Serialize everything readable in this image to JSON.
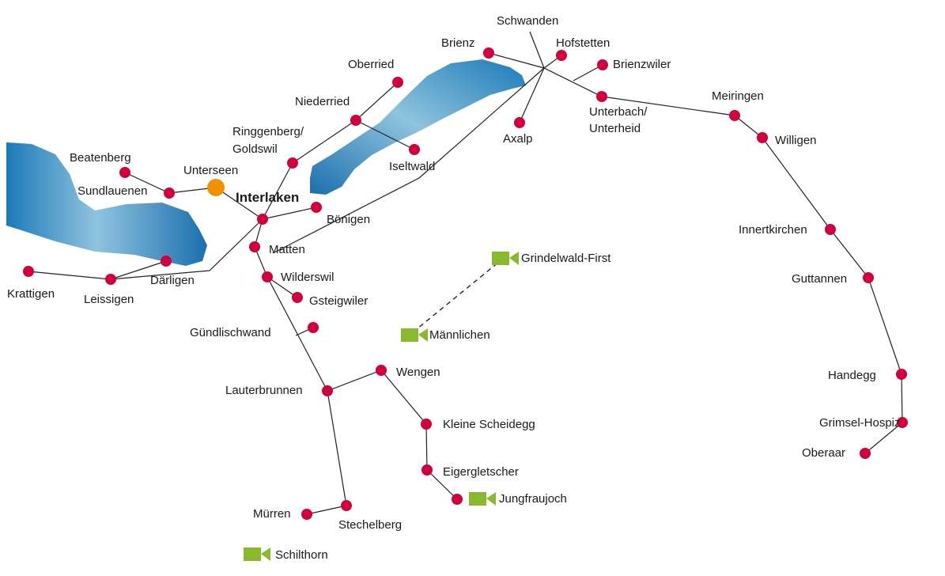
{
  "colors": {
    "stop": "#d4003d",
    "hub": "#f39200",
    "cableway_icon": "#8ab92d",
    "lake_dark": "#1b7ab8",
    "lake_light": "#8fc3de",
    "route_line": "#222222"
  },
  "places": {
    "schwanden": "Schwanden",
    "brienz": "Brienz",
    "hofstetten": "Hofstetten",
    "brienzwiler": "Brienzwiler",
    "oberried": "Oberried",
    "niederried": "Niederried",
    "unterbach": "Unterbach/",
    "unterheid": "Unterheid",
    "meiringen": "Meiringen",
    "axalp": "Axalp",
    "ringgenberg": "Ringgenberg/",
    "goldswil": "Goldswil",
    "willigen": "Willigen",
    "beatenberg": "Beatenberg",
    "unterseen": "Unterseen",
    "iseltwald": "Iseltwald",
    "sundlauenen": "Sundlauenen",
    "interlaken": "Interlaken",
    "boenigen": "Bönigen",
    "innertkirchen": "Innertkirchen",
    "matten": "Matten",
    "grindelwald_first": "Grindelwald-First",
    "krattigen": "Krattigen",
    "daerligen": "Därligen",
    "wilderswil": "Wilderswil",
    "guttannen": "Guttannen",
    "leissigen": "Leissigen",
    "gsteigwiler": "Gsteigwiler",
    "guendlischwand": "Gündlischwand",
    "maennlichen": "Männlichen",
    "wengen": "Wengen",
    "handegg": "Handegg",
    "lauterbrunnen": "Lauterbrunnen",
    "kleine_scheidegg": "Kleine Scheidegg",
    "grimsel_hospiz": "Grimsel-Hospiz",
    "oberaar": "Oberaar",
    "eigergletscher": "Eigergletscher",
    "jungfraujoch": "Jungfraujoch",
    "muerren": "Mürren",
    "stechelberg": "Stechelberg",
    "schilthorn": "Schilthorn"
  },
  "icons": {
    "stop": "stop-dot-icon",
    "hub": "hub-dot-icon",
    "cableway": "video-camera-icon"
  }
}
